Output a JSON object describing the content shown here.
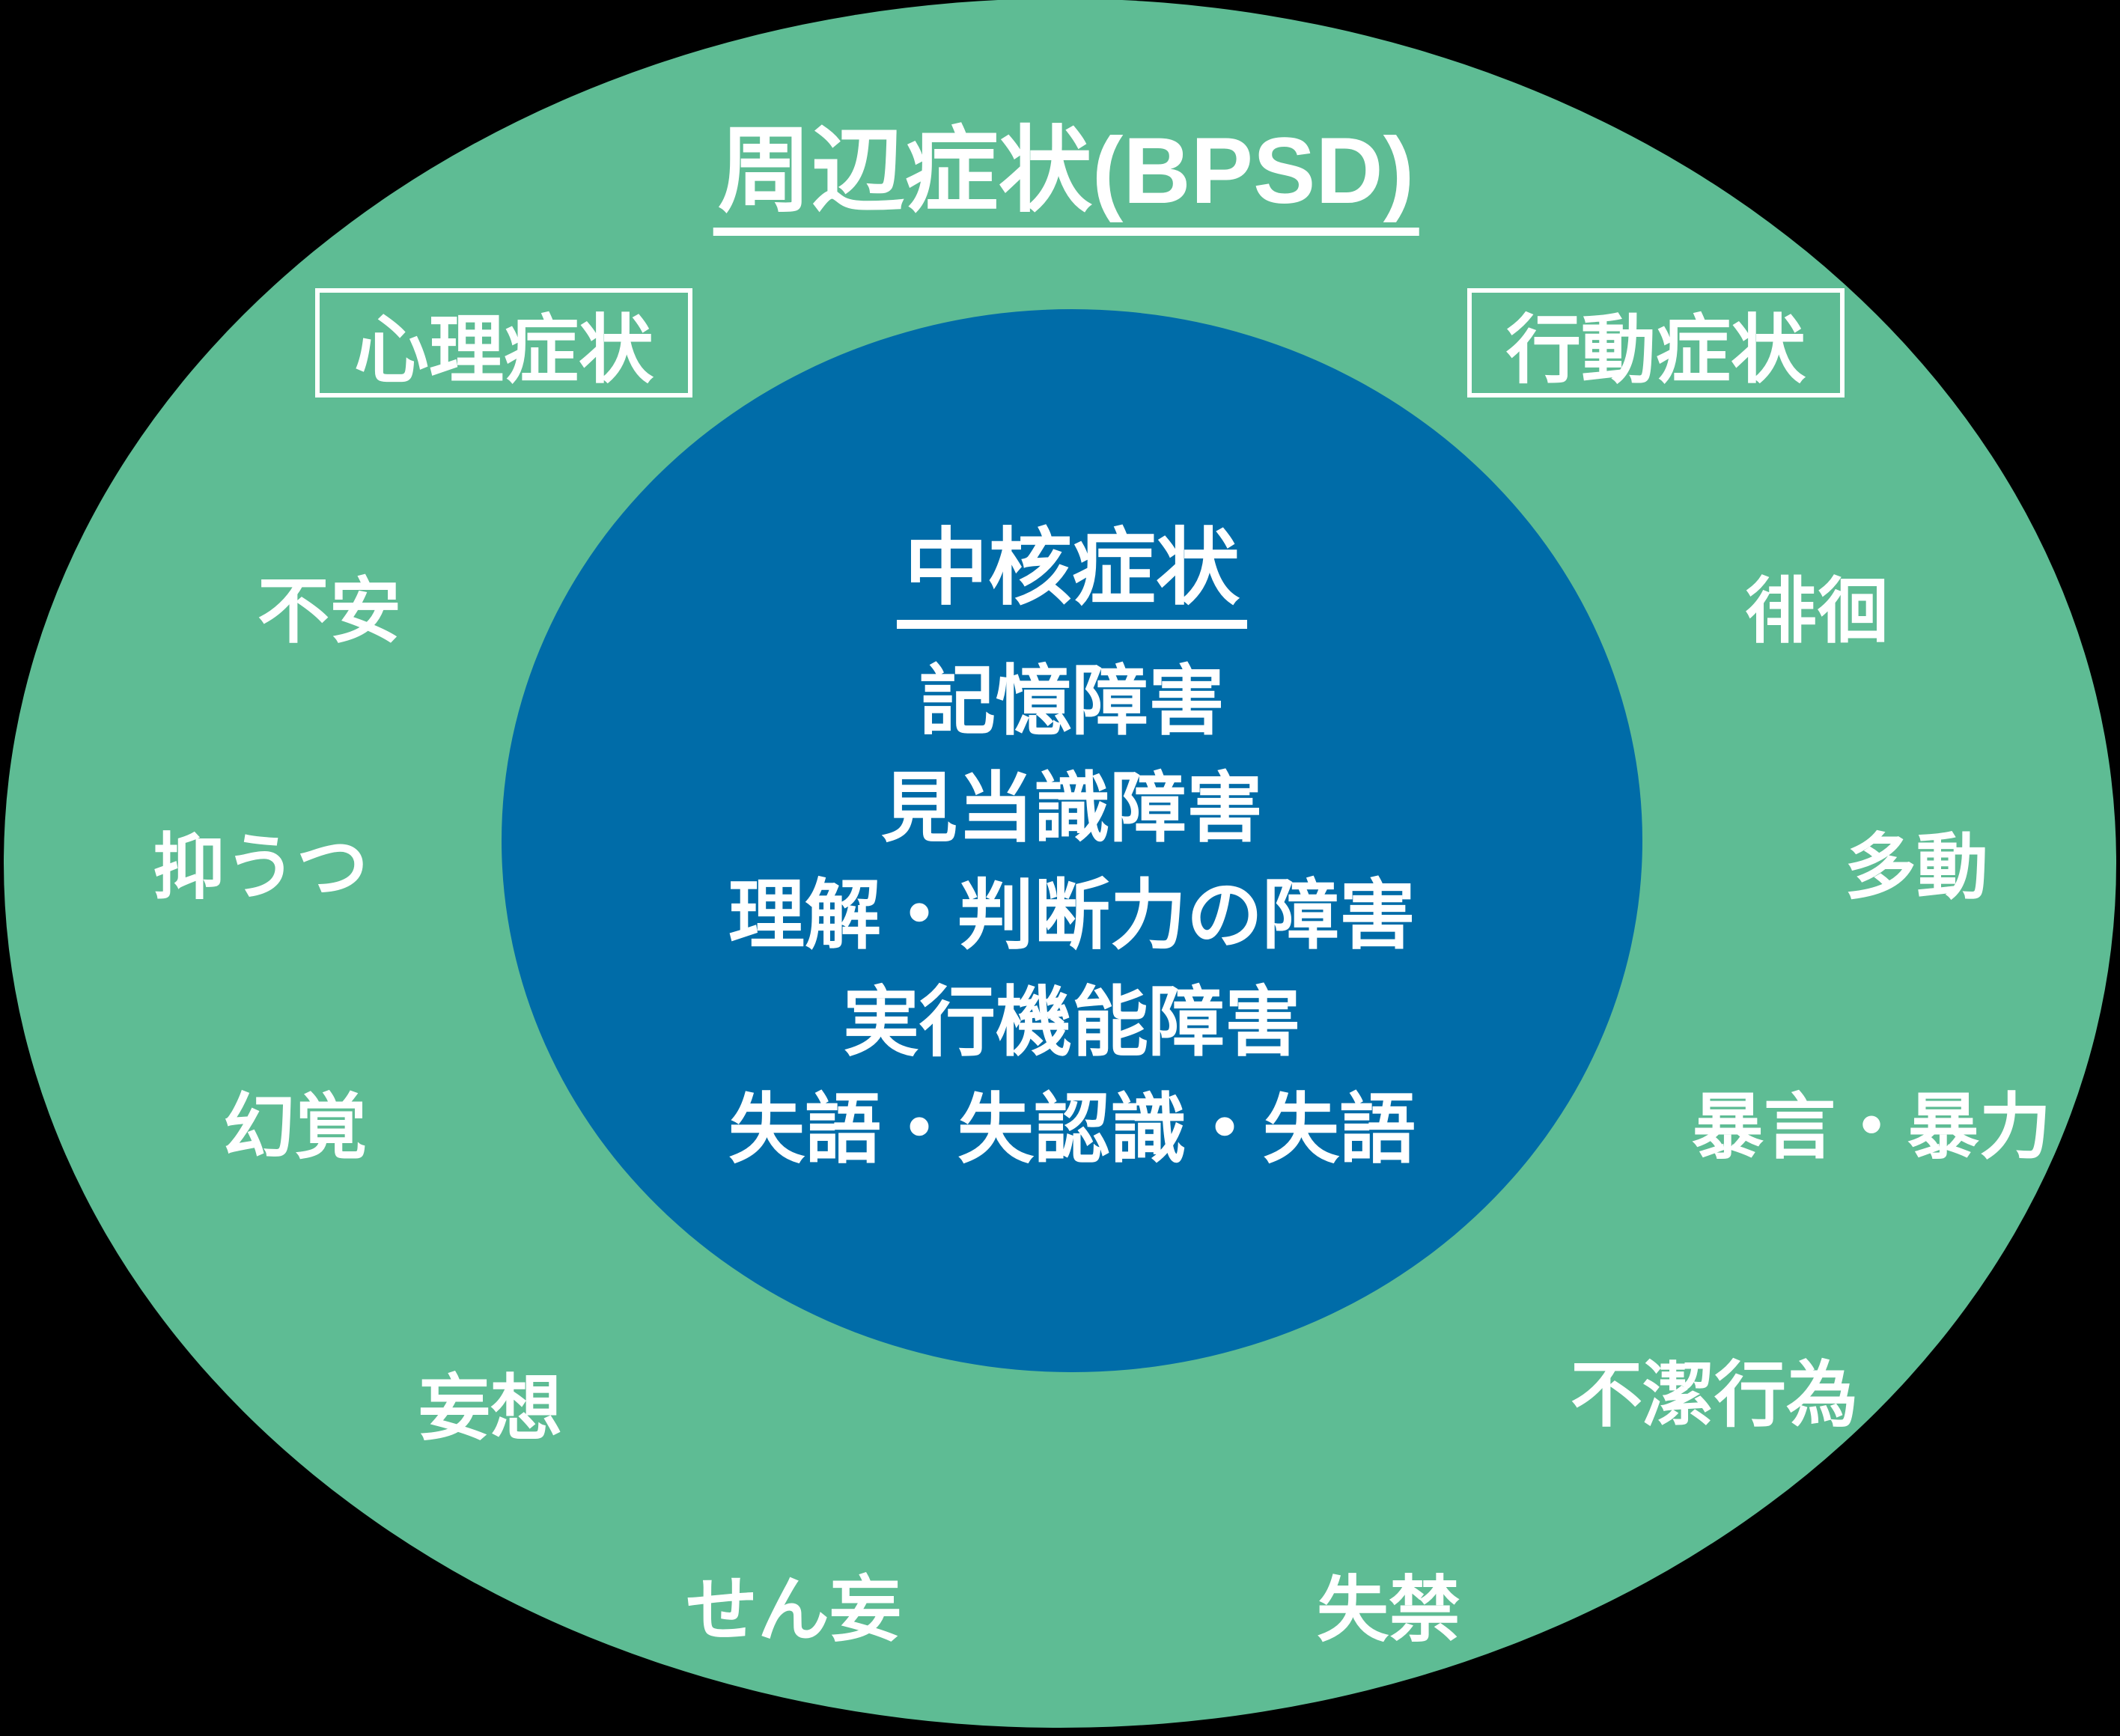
{
  "diagram": {
    "title": "周辺症状(BPSD)",
    "category_boxes": {
      "psychological": "心理症状",
      "behavioral": "行動症状"
    },
    "core": {
      "heading": "中核症状",
      "items": [
        "記憶障害",
        "見当識障害",
        "理解・判断力の障害",
        "実行機能障害",
        "失語・失認識・失語"
      ]
    },
    "psychological_symptoms": [
      "不安",
      "抑うつ",
      "幻覚",
      "妄想",
      "せん妄"
    ],
    "behavioral_symptoms": [
      "徘徊",
      "多動",
      "暴言・暴力",
      "不潔行為",
      "失禁"
    ],
    "colors": {
      "outer_ellipse": "#5EBC94",
      "inner_circle": "#006CA8",
      "text": "#FFFFFF",
      "background": "#000000"
    }
  }
}
